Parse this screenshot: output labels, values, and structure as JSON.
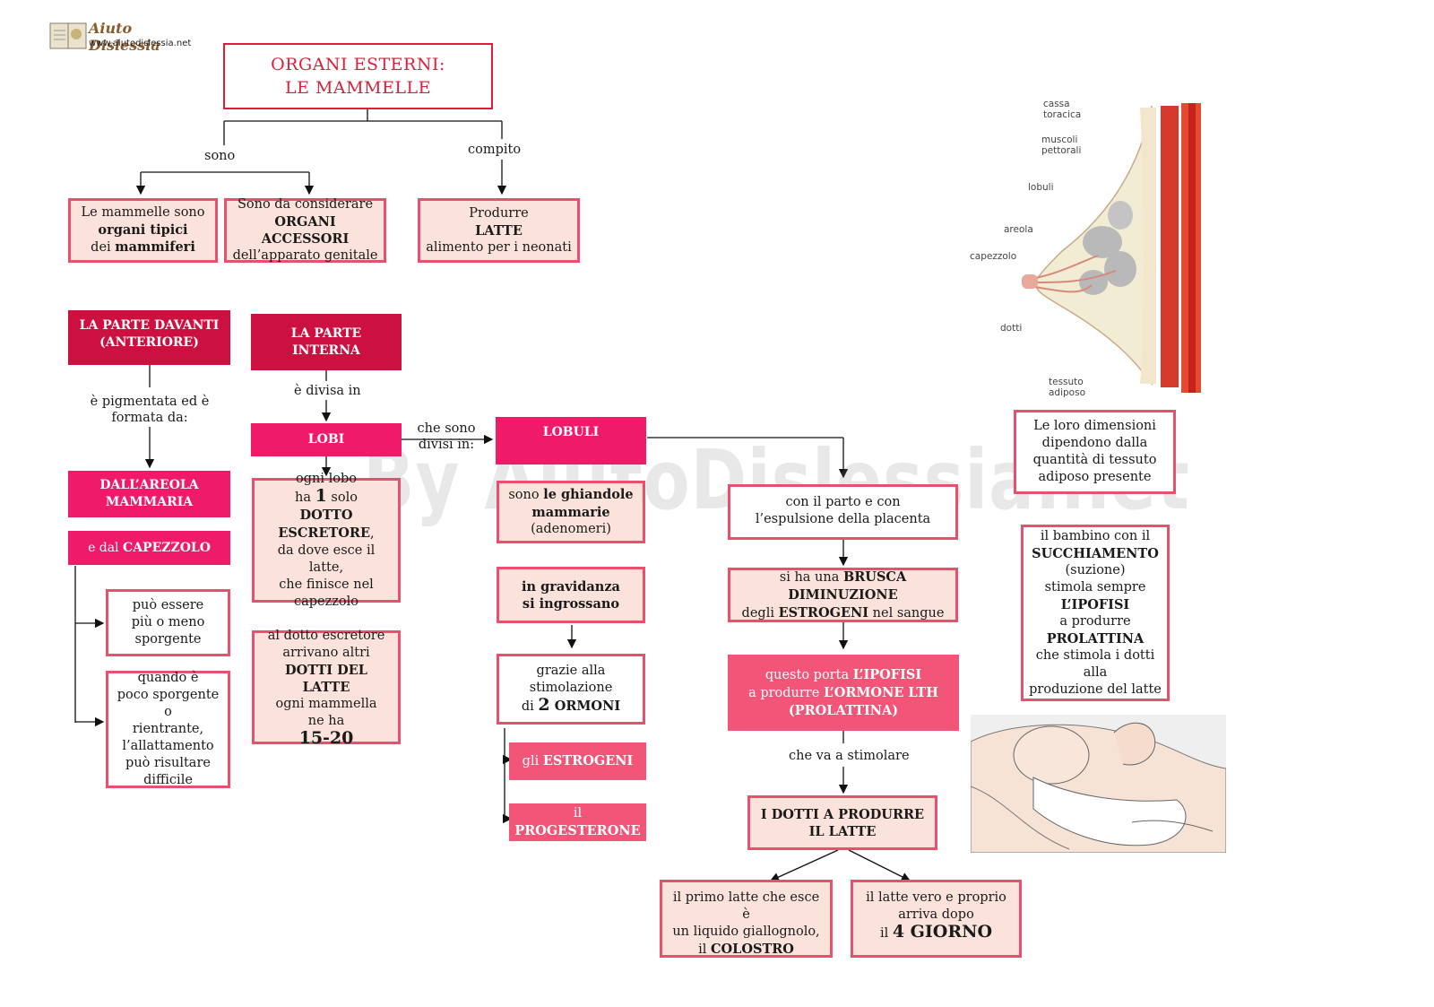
{
  "logo": {
    "name": "Aiuto Dislessia",
    "url": "www.aiutodislessia.net"
  },
  "watermark": "By AiutoDislessia.net",
  "title": {
    "line1": "ORGANI ESTERNI:",
    "line2": "LE MAMMELLE"
  },
  "labels": {
    "sono": "sono",
    "compito": "compito",
    "pigmentata_1": "è  pigmentata  ed  è",
    "pigmentata_2": "formata da:",
    "divisa_in": "è divisa in",
    "che_sono_1": "che sono",
    "che_sono_2": "divisi in:",
    "va_stimolare": "che va a stimolare"
  },
  "boxes": {
    "mammiferi": {
      "l1": "Le mammelle sono",
      "l2": "organi tipici",
      "l3a": "dei ",
      "l3b": "mammiferi"
    },
    "accessori": {
      "l1": "Sono da considerare",
      "l2": "ORGANI  ACCESSORI",
      "l3": "dell’apparato  genitale"
    },
    "latte": {
      "l1": "Produrre",
      "l2": "LATTE",
      "l3": "alimento per i  neonati"
    },
    "parte_davanti": {
      "l1": "LA PARTE DAVANTI",
      "l2": "(ANTERIORE)"
    },
    "parte_interna": {
      "l1": "LA PARTE",
      "l2": "INTERNA"
    },
    "areola": {
      "l1": "DALL’AREOLA",
      "l2": "MAMMARIA"
    },
    "capezzolo": {
      "a": "e dal  ",
      "b": "CAPEZZOLO"
    },
    "sporgente": {
      "l1": "può  essere",
      "l2": "più  o  meno",
      "l3": "sporgente"
    },
    "rientrante": {
      "l1": "quando  è",
      "l2": "poco sporgente o",
      "l3": "rientrante,",
      "l4": "l’allattamento",
      "l5": "può risultare",
      "l6": "difficile"
    },
    "lobi": "LOBI",
    "ogni_lobo": {
      "l1": "ogni lobo",
      "l2a": "ha ",
      "l2b": "1",
      "l2c": " solo",
      "l3": "DOTTO  ESCRETORE",
      "l3b": ",",
      "l4": "da dove esce il latte,",
      "l5": "che finisce nel",
      "l6": "capezzolo"
    },
    "dotti_latte": {
      "l1": "al dotto escretore",
      "l2": "arrivano altri",
      "l3": "DOTTI DEL LATTE",
      "l4": "ogni mammella",
      "l5": "ne ha",
      "l6": "15-20"
    },
    "lobuli": "LOBULI",
    "ghiandole": {
      "l1a": "sono ",
      "l1b": "le ghiandole",
      "l2": "mammarie",
      "l3": "(adenomeri)"
    },
    "gravidanza": {
      "l1": "in gravidanza",
      "l2": "si ingrossano"
    },
    "ormoni": {
      "l1": "grazie alla",
      "l2": "stimolazione",
      "l3a": "di ",
      "l3b": "2",
      "l3c": " ORMONI"
    },
    "estrogeni": {
      "a": "gli ",
      "b": "ESTROGENI"
    },
    "progesterone": {
      "a": "il  ",
      "b": "PROGESTERONE"
    },
    "parto": {
      "l1": "con il parto e con",
      "l2": "l’espulsione della placenta"
    },
    "diminuzione": {
      "l1a": "si ha una ",
      "l1b": "BRUSCA DIMINUZIONE",
      "l2a": "degli  ",
      "l2b": "ESTROGENI",
      "l2c": " nel sangue"
    },
    "ipofisi": {
      "l1a": "questo porta ",
      "l1b": "L’IPOFISI",
      "l2a": "a produrre ",
      "l2b": "L’ORMONE LTH",
      "l3": "(PROLATTINA)"
    },
    "dotti_producono": {
      "l1": "I DOTTI A PRODURRE",
      "l2": "IL LATTE"
    },
    "colostro": {
      "l1": "il primo latte che esce è",
      "l2": "un liquido giallognolo,",
      "l3a": "il ",
      "l3b": "COLOSTRO"
    },
    "giorno": {
      "l1": "il latte vero e proprio",
      "l2": "arriva dopo",
      "l3a": "il ",
      "l3b": "4 GIORNO"
    },
    "dimensioni": {
      "l1": "Le loro dimensioni",
      "l2": "dipendono dalla",
      "l3": "quantità  di  tessuto",
      "l4": "adiposo  presente"
    },
    "succhiamento": {
      "l1": "il bambino con il",
      "l2": "SUCCHIAMENTO",
      "l3": "(suzione)",
      "l4": "stimola sempre",
      "l5": "L’IPOFISI",
      "l6": "a produrre",
      "l7": "PROLATTINA",
      "l8": "che stimola i dotti alla",
      "l9": "produzione del latte"
    }
  },
  "anatomy": {
    "cassa_1": "cassa",
    "cassa_2": "toracica",
    "muscoli_1": "muscoli",
    "muscoli_2": "pettorali",
    "lobuli": "lobuli",
    "areola": "areola",
    "capezzolo": "capezzolo",
    "dotti": "dotti",
    "tessuto_1": "tessuto",
    "tessuto_2": "adiposo"
  },
  "colors": {
    "title_red": "#d8203c",
    "border_pink": "#e8516e",
    "fill_pink": "#fbe3dc",
    "crimson": "#cc1040",
    "magenta": "#ef1a6a",
    "salmon": "#f25577"
  }
}
